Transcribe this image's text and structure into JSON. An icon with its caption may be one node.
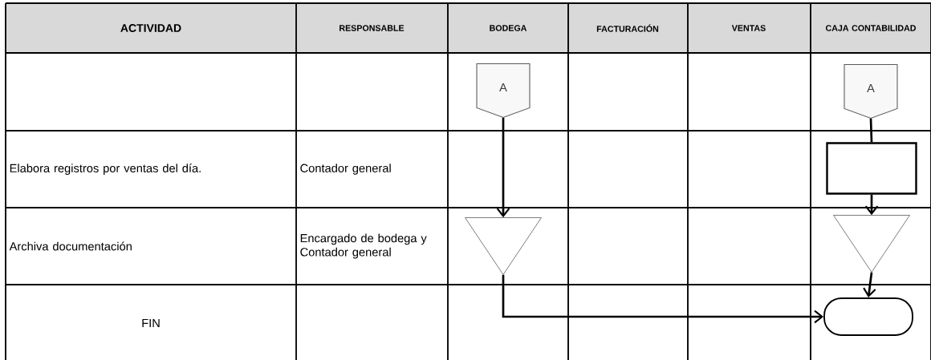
{
  "diagram": {
    "nodes": [
      {
        "text": [
          "A"
        ]
      },
      {
        "text": [
          "A"
        ]
      },
      {
        "text": [],
        "shape": "box"
      },
      {
        "text": [],
        "shape": "triangle"
      },
      {
        "text": [],
        "shape": "triangle"
      },
      {
        "text": [],
        "shape": "stadium"
      }
    ],
    "edges": [
      {
        "from": 0,
        "to": 3,
        "arrow": "to"
      },
      {
        "from": 1,
        "to": 2,
        "arrow": "none"
      },
      {
        "from": 2,
        "to": 4,
        "arrow": "to"
      },
      {
        "from": 4,
        "to": 5,
        "arrow": "to"
      },
      {
        "from": 3,
        "to": 5,
        "arrow": "to"
      }
    ],
    "labels": [
      "ACTIVIDAD",
      "RESPONSABLE",
      "BODEGA",
      "FACTURACIÓN",
      "VENTAS",
      "CAJA CONTABILIDAD",
      "Elabora registros por ventas del día.",
      "Contador general",
      "Archiva documentación",
      "Encargado de bodega y Contador general",
      "FIN"
    ]
  }
}
